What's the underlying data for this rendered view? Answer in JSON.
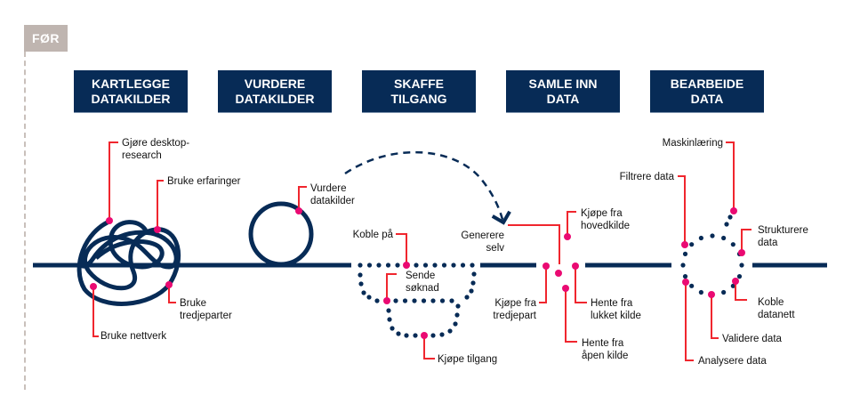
{
  "phase_tag": "FØR",
  "stages": [
    {
      "label": "KARTLEGGE\nDATAKILDER"
    },
    {
      "label": "VURDERE\nDATAKILDER"
    },
    {
      "label": "SKAFFE\nTILGANG"
    },
    {
      "label": "SAMLE INN\nDATA"
    },
    {
      "label": "BEARBEIDE\nDATA"
    }
  ],
  "labels": {
    "kartlegge": {
      "desktop": "Gjøre desktop-\nresearch",
      "erfaringer": "Bruke erfaringer",
      "tredjeparter": "Bruke\ntredjeparter",
      "nettverk": "Bruke nettverk"
    },
    "vurdere": {
      "datakilder": "Vurdere\ndatakilder"
    },
    "skaffe": {
      "koble": "Koble på",
      "soknad": "Sende\nsøknad",
      "kjope": "Kjøpe tilgang"
    },
    "samle": {
      "generere": "Generere\nselv",
      "hovedkilde": "Kjøpe fra\nhovedkilde",
      "tredjepart": "Kjøpe fra\ntredjepart",
      "lukket": "Hente fra\nlukket kilde",
      "apen": "Hente fra\nåpen kilde"
    },
    "bearbeide": {
      "maskin": "Maskinlæring",
      "filtrere": "Filtrere data",
      "strukturere": "Strukturere\ndata",
      "koble": "Koble\ndatanett",
      "validere": "Validere data",
      "analysere": "Analysere data"
    }
  },
  "colors": {
    "navy": "#072b56",
    "callout_line": "#f0262e",
    "marker": "#ea0a72",
    "phase_tag": "#bfb5b0"
  }
}
